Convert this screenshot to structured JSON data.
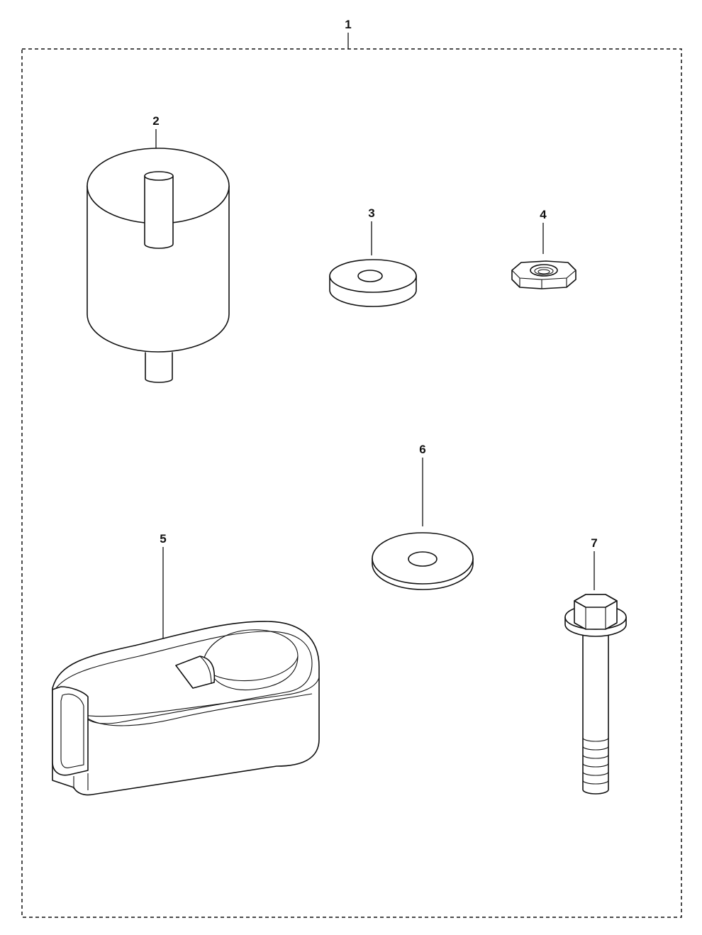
{
  "diagram": {
    "kit_callout": "1",
    "parts": [
      {
        "callout": "2",
        "icon": "rubber-vibration-mount-icon"
      },
      {
        "callout": "3",
        "icon": "spacer-washer-icon"
      },
      {
        "callout": "4",
        "icon": "hex-nut-icon"
      },
      {
        "callout": "5",
        "icon": "rubber-cover-icon"
      },
      {
        "callout": "6",
        "icon": "flat-washer-icon"
      },
      {
        "callout": "7",
        "icon": "flange-bolt-icon"
      }
    ]
  }
}
